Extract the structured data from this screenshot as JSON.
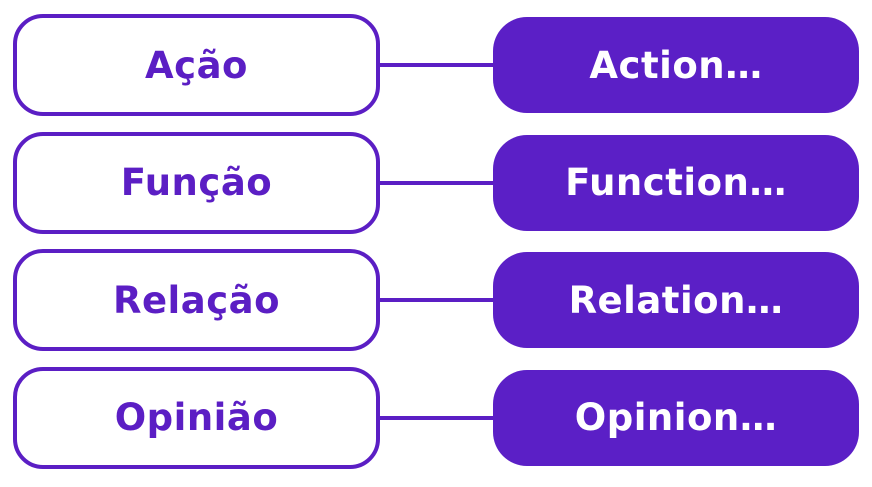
{
  "diagram": {
    "colors": {
      "accent": "#5B1EC4",
      "node_fill": "#5B1FC6",
      "node_text_light": "#FFFFFF",
      "background": "#FFFFFF"
    },
    "rows": [
      {
        "term": "Ação",
        "translation": "Action…"
      },
      {
        "term": "Função",
        "translation": "Function…"
      },
      {
        "term": "Relação",
        "translation": "Relation…"
      },
      {
        "term": "Opinião",
        "translation": "Opinion…"
      }
    ]
  }
}
